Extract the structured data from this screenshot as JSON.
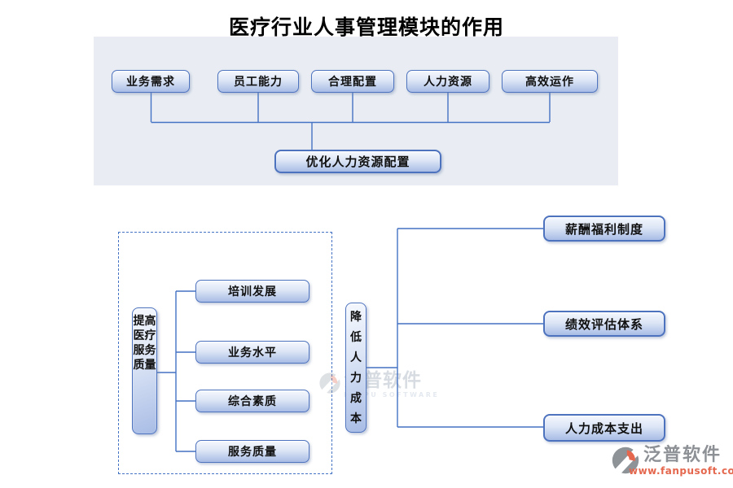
{
  "title": "医疗行业人事管理模块的作用",
  "top_section": {
    "nodes": [
      "业务需求",
      "员工能力",
      "合理配置",
      "人力资源",
      "高效运作"
    ],
    "result_node": "优化人力资源配置"
  },
  "left_section": {
    "root": "提高医疗服务质量",
    "children": [
      "培训发展",
      "业务水平",
      "综合素质",
      "服务质量"
    ]
  },
  "right_section": {
    "root": "降低人力成本",
    "children": [
      "薪酬福利制度",
      "绩效评估体系",
      "人力成本支出"
    ]
  },
  "watermark": {
    "brand": "泛普软件",
    "brand_en": "FANPU SOFTWARE"
  },
  "footer_logo": {
    "brand": "泛普软件",
    "url": "www.fanpusoft.com"
  },
  "colors": {
    "node_border": "#4d72be",
    "connector_line": "#4472c4",
    "panel_background": "#e9edf3",
    "node_gradient_top": "#f5f8fd",
    "node_gradient_bottom": "#a8bce5",
    "logo_accent": "#e4674e",
    "brand_gray": "#8d9196"
  }
}
